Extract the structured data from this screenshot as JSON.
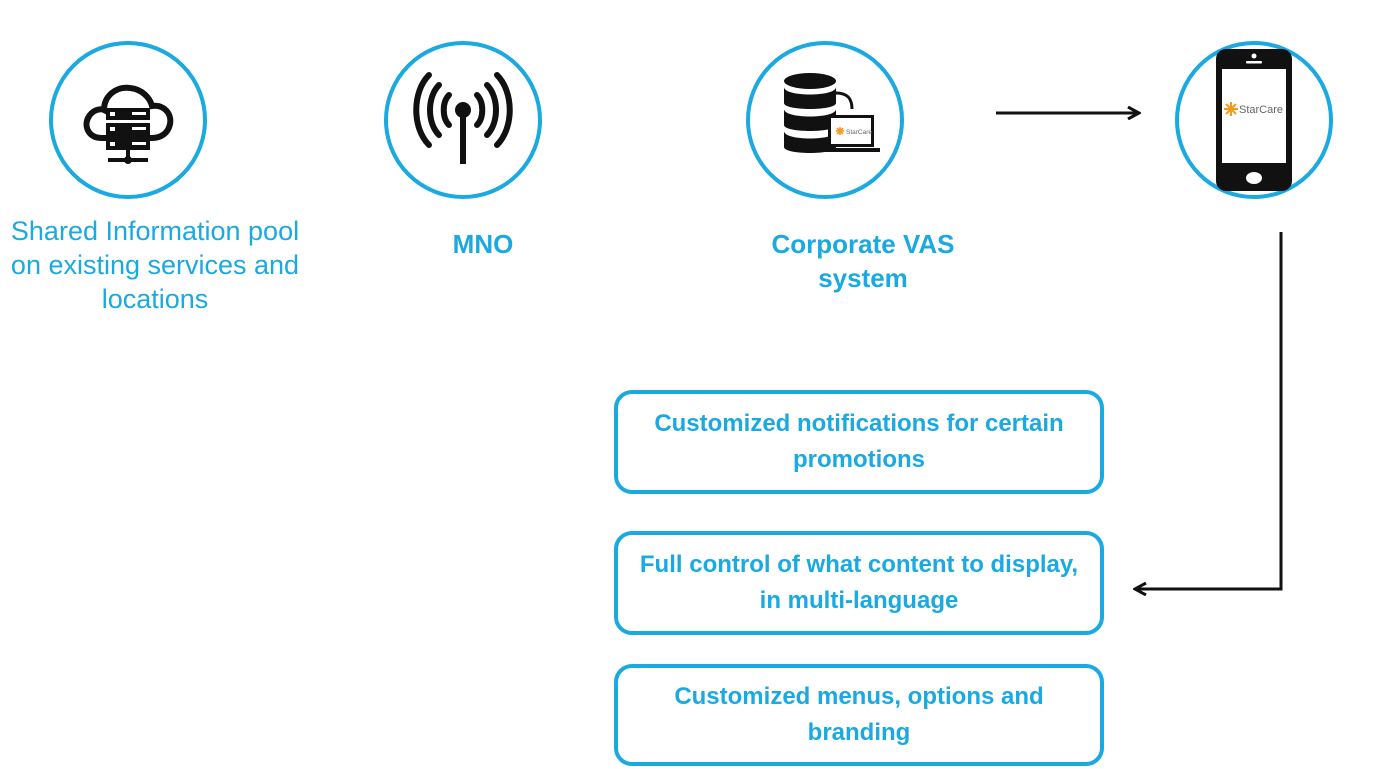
{
  "nodes": [
    {
      "id": "shared-pool",
      "label": "Shared Information pool on existing services and locations",
      "icon": "cloud-server-icon"
    },
    {
      "id": "mno",
      "label": "MNO",
      "icon": "antenna-icon"
    },
    {
      "id": "vas",
      "label": "Corporate VAS system",
      "icon": "database-laptop-icon"
    },
    {
      "id": "phone",
      "label": "",
      "icon": "smartphone-icon"
    }
  ],
  "logo": {
    "text": "StarCare"
  },
  "features": [
    "Customized notifications for certain promotions",
    "Full control of what content to display, in multi-language",
    "Customized menus, options and branding"
  ],
  "colors": {
    "accent": "#1aa9e1",
    "dark": "#111111",
    "logo": "#f39a1d"
  }
}
